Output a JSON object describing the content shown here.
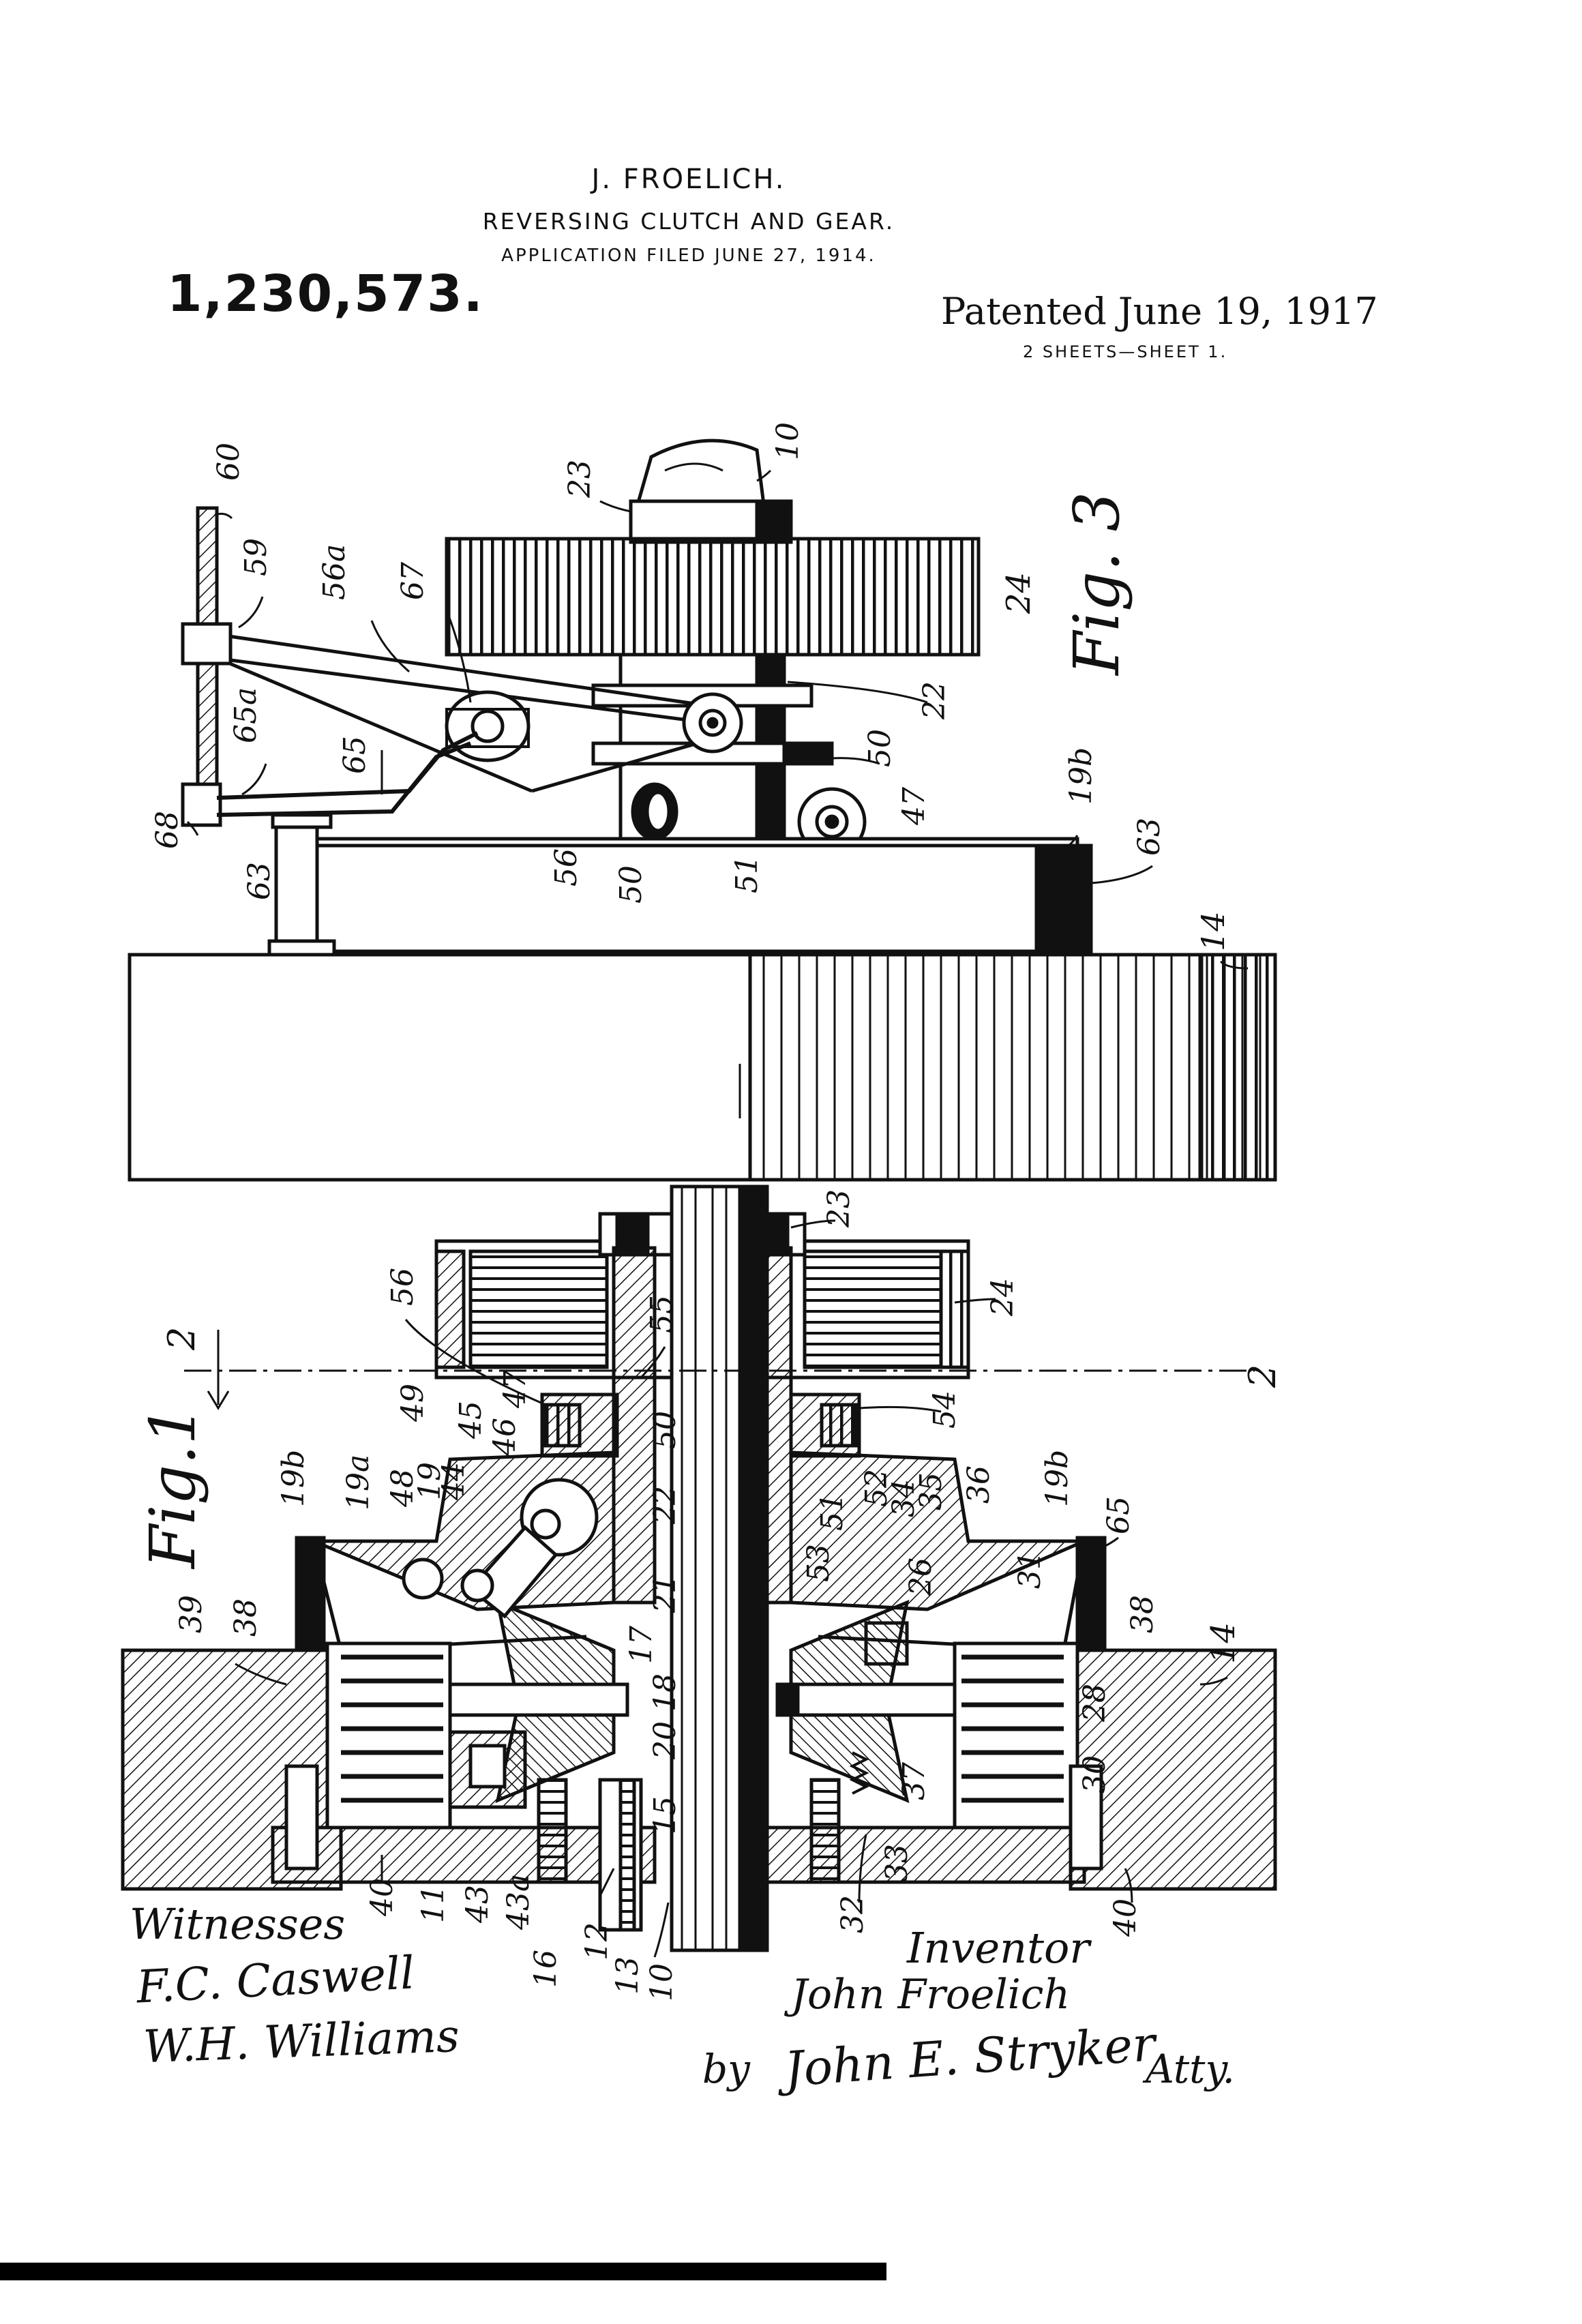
{
  "header": {
    "inventor": "J. FROELICH.",
    "title": "REVERSING CLUTCH AND GEAR.",
    "application": "APPLICATION FILED JUNE 27, 1914.",
    "patent_number": "1,230,573.",
    "patented": "Patented June 19, 1917",
    "sheet_info": "2 SHEETS—SHEET 1."
  },
  "figures": {
    "fig3_label": "Fig. 3",
    "fig1_label": "Fig.1",
    "section_mark_left": "2",
    "section_mark_right": "2"
  },
  "fig3_refs": [
    "60",
    "59",
    "56a",
    "67",
    "23",
    "10",
    "24",
    "22",
    "50",
    "19b",
    "65a",
    "65",
    "68",
    "63",
    "56",
    "50",
    "51",
    "47",
    "63",
    "14"
  ],
  "fig1_refs": [
    "23",
    "24",
    "56",
    "55",
    "54",
    "49",
    "19b",
    "19a",
    "48",
    "19",
    "44",
    "45",
    "46",
    "47",
    "50",
    "22",
    "21",
    "17",
    "18",
    "20",
    "15",
    "51",
    "52",
    "34",
    "35",
    "36",
    "19b",
    "65",
    "53",
    "26",
    "31",
    "38",
    "38",
    "39",
    "14",
    "28",
    "30",
    "37",
    "40",
    "40",
    "11",
    "43",
    "43a",
    "16",
    "12",
    "13",
    "10",
    "32",
    "33"
  ],
  "footer": {
    "witnesses_label": "Witnesses",
    "witness_1": "F.C. Caswell",
    "witness_2": "W.H. Williams",
    "inventor_label": "Inventor",
    "inventor_name": "John Froelich",
    "attorney_by": "by",
    "attorney_name": "John E. Stryker",
    "attorney_suffix": "Atty."
  }
}
